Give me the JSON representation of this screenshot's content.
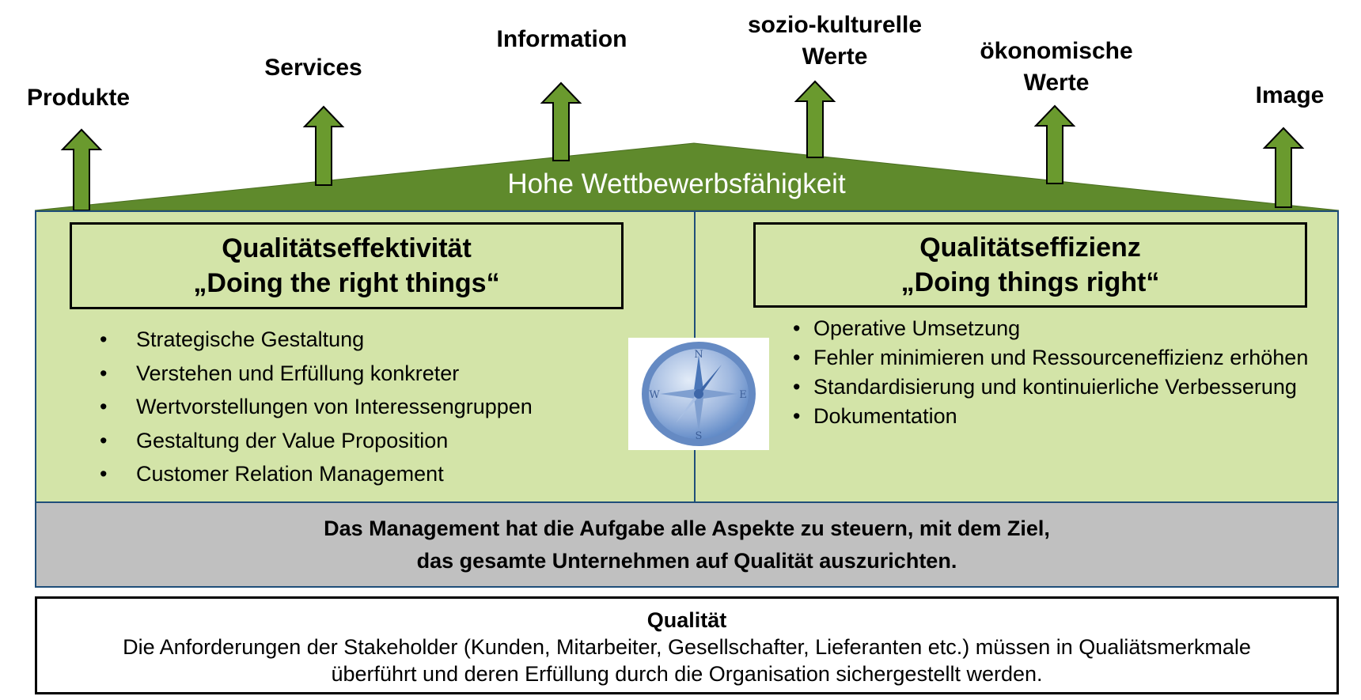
{
  "top_labels": [
    {
      "id": "produkte",
      "line1": "Produkte",
      "line2": ""
    },
    {
      "id": "services",
      "line1": "Services",
      "line2": ""
    },
    {
      "id": "information",
      "line1": "Information",
      "line2": ""
    },
    {
      "id": "sozio",
      "line1": "sozio-kulturelle",
      "line2": "Werte"
    },
    {
      "id": "oekonomisch",
      "line1": "ökonomische",
      "line2": "Werte"
    },
    {
      "id": "image",
      "line1": "Image",
      "line2": ""
    }
  ],
  "roof": {
    "title": "Hohe Wettbewerbsfähigkeit"
  },
  "left": {
    "heading_line1": "Qualitätseffektivität",
    "heading_line2": "„Doing the right things“",
    "items": [
      "Strategische Gestaltung",
      "Verstehen und Erfüllung konkreter",
      "Wertvorstellungen von Interessengruppen",
      "Gestaltung der Value Proposition",
      "Customer Relation Management"
    ]
  },
  "right": {
    "heading_line1": "Qualitätseffizienz",
    "heading_line2": "„Doing things right“",
    "items": [
      "Operative Umsetzung",
      "Fehler minimieren und Ressourceneffizienz erhöhen",
      "Standardisierung und kontinuierliche Verbesserung",
      "Dokumentation"
    ]
  },
  "compass": {
    "n": "N",
    "e": "E",
    "s": "S",
    "w": "W"
  },
  "management": {
    "line1": "Das Management hat die Aufgabe alle Aspekte zu steuern, mit dem Ziel,",
    "line2": "das gesamte Unternehmen auf Qualität auszurichten."
  },
  "quality": {
    "title": "Qualität",
    "line1": "Die Anforderungen der Stakeholder (Kunden, Mitarbeiter, Gesellschafter, Lieferanten etc.) müssen in Qualiätsmerkmale",
    "line2": "überführt und deren Erfüllung durch die Organisation sichergestellt werden."
  },
  "colors": {
    "roof_green": "#5f8a2c",
    "arrow_green": "#6a9a2e",
    "panel_green": "#d3e4a8",
    "border_blue": "#1f4e79",
    "management_grey": "#c0c0c0",
    "compass_blue": "#5b86c5"
  }
}
